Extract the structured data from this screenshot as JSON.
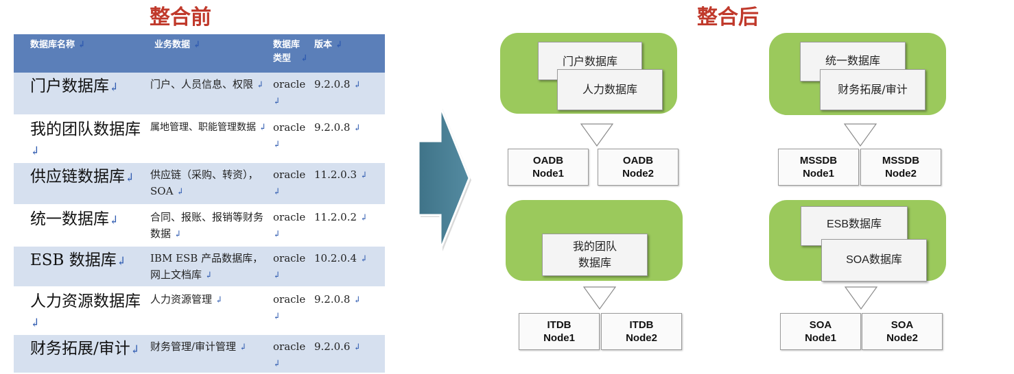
{
  "titles": {
    "before": "整合前",
    "after": "整合后"
  },
  "table": {
    "headers": [
      "数据库名称",
      "业务数据",
      "数据库类型",
      "版本"
    ],
    "rows": [
      {
        "name": "门户数据库",
        "business": "门户、人员信息、权限",
        "type": "oracle",
        "version": "9.2.0.8"
      },
      {
        "name": "我的团队数据库",
        "business": "属地管理、职能管理数据",
        "type": "oracle",
        "version": "9.2.0.8"
      },
      {
        "name": "供应链数据库",
        "business": "供应链（采购、转资），SOA",
        "type": "oracle",
        "version": "11.2.0.3"
      },
      {
        "name": "统一数据库",
        "business": "合同、报账、报销等财务数据",
        "type": "oracle",
        "version": "11.2.0.2"
      },
      {
        "name": "ESB 数据库",
        "business": "IBM ESB 产品数据库，网上文档库",
        "type": "oracle",
        "version": "10.2.0.4"
      },
      {
        "name": "人力资源数据库",
        "business": "人力资源管理",
        "type": "oracle",
        "version": "9.2.0.8"
      },
      {
        "name": "财务拓展/审计",
        "business": "财务管理/审计管理",
        "type": "oracle",
        "version": "9.2.0.6"
      }
    ],
    "header_color": "#5b7fb9",
    "band_color": "#d6e0ef"
  },
  "groups": {
    "oa": {
      "db1": "门户数据库",
      "db2": "人力数据库",
      "node1": [
        "OADB",
        "Node1"
      ],
      "node2": [
        "OADB",
        "Node2"
      ]
    },
    "ms": {
      "db1": "统一数据库",
      "db2": "财务拓展/审计",
      "node1": [
        "MSSDB",
        "Node1"
      ],
      "node2": [
        "MSSDB",
        "Node2"
      ]
    },
    "it": {
      "db1": [
        "我的团队",
        "数据库"
      ],
      "node1": [
        "ITDB",
        "Node1"
      ],
      "node2": [
        "ITDB",
        "Node2"
      ]
    },
    "soa": {
      "db1": "ESB数据库",
      "db2": "SOA数据库",
      "node1": [
        "SOA",
        "Node1"
      ],
      "node2": [
        "SOA",
        "Node2"
      ]
    }
  },
  "colors": {
    "title": "#c0392b",
    "group_fill": "#9bc95c",
    "arrow_fill": "#4a8196"
  },
  "icons": {
    "transition": "right-arrow-icon",
    "flow": "down-triangle-icon",
    "return_mark": "return-mark-icon"
  }
}
